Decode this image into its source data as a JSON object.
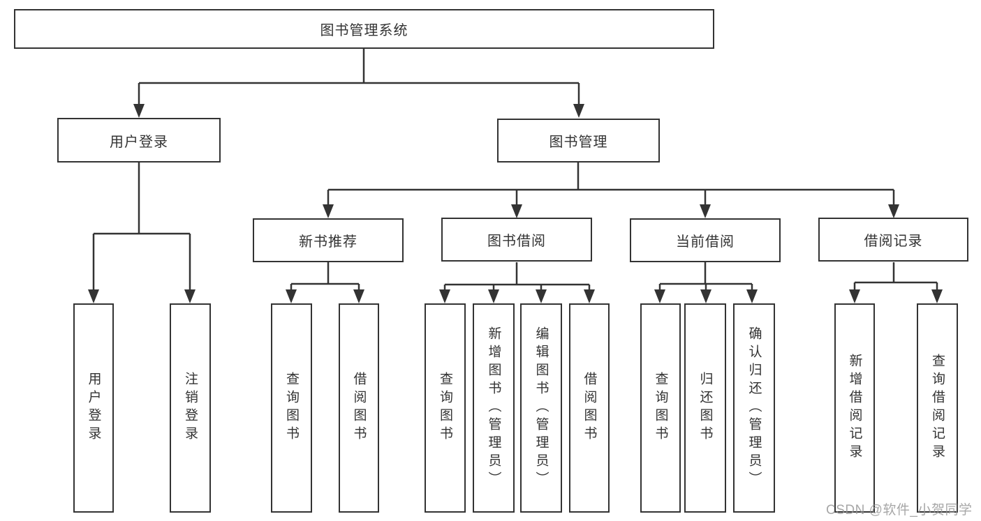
{
  "tree": {
    "root": {
      "label": "图书管理系统"
    },
    "branches": [
      {
        "label": "用户登录",
        "children": [
          {
            "label": "用户登录"
          },
          {
            "label": "注销登录"
          }
        ]
      },
      {
        "label": "图书管理",
        "children": [
          {
            "label": "新书推荐",
            "children": [
              {
                "label": "查询图书"
              },
              {
                "label": "借阅图书"
              }
            ]
          },
          {
            "label": "图书借阅",
            "children": [
              {
                "label": "查询图书"
              },
              {
                "label": "新增图书（管理员）"
              },
              {
                "label": "编辑图书（管理员）"
              },
              {
                "label": "借阅图书"
              }
            ]
          },
          {
            "label": "当前借阅",
            "children": [
              {
                "label": "查询图书"
              },
              {
                "label": "归还图书"
              },
              {
                "label": "确认归还（管理员）"
              }
            ]
          },
          {
            "label": "借阅记录",
            "children": [
              {
                "label": "新增借阅记录"
              },
              {
                "label": "查询借阅记录"
              }
            ]
          }
        ]
      }
    ]
  },
  "watermark": "CSDN @软件_小贺同学",
  "colors": {
    "line": "#333333",
    "text": "#333333",
    "box_background": "#ffffff",
    "page_background": "#ffffff",
    "watermark": "#949494"
  }
}
